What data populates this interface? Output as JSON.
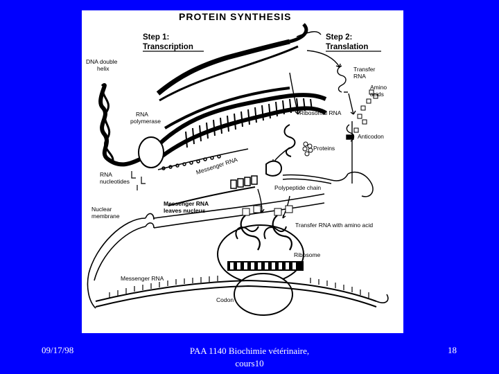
{
  "diagram": {
    "title": "PROTEIN SYNTHESIS",
    "step1": [
      "Step 1:",
      "Transcription"
    ],
    "step2": [
      "Step 2:",
      "Translation"
    ],
    "labels": {
      "dna_double_helix": [
        "DNA double",
        "helix"
      ],
      "rna_polymerase": [
        "RNA",
        "polymerase"
      ],
      "rna_nucleotides": [
        "RNA",
        "nucleotides"
      ],
      "messenger_rna_strand": "Messenger RNA",
      "transfer_rna": [
        "Transfer",
        "RNA"
      ],
      "amino_acids": [
        "Amino",
        "acids"
      ],
      "ribosomal_rna": "Ribosomal RNA",
      "anticodon": "Anticodon",
      "proteins": "Proteins",
      "polypeptide_chain": "Polypeptide chain",
      "nuclear_membrane": [
        "Nuclear",
        "membrane"
      ],
      "mrna_leaves_nucleus": [
        "Messenger RNA",
        "leaves nucleus"
      ],
      "trna_with_amino_acid": "Transfer RNA with amino acid",
      "ribosome": "Ribosome",
      "messenger_rna": "Messenger RNA",
      "codon": "Codon"
    }
  },
  "footer": {
    "date": "09/17/98",
    "course_line1": "PAA 1140  Biochimie vétérinaire,",
    "course_line2": "cours10",
    "page": "18"
  }
}
